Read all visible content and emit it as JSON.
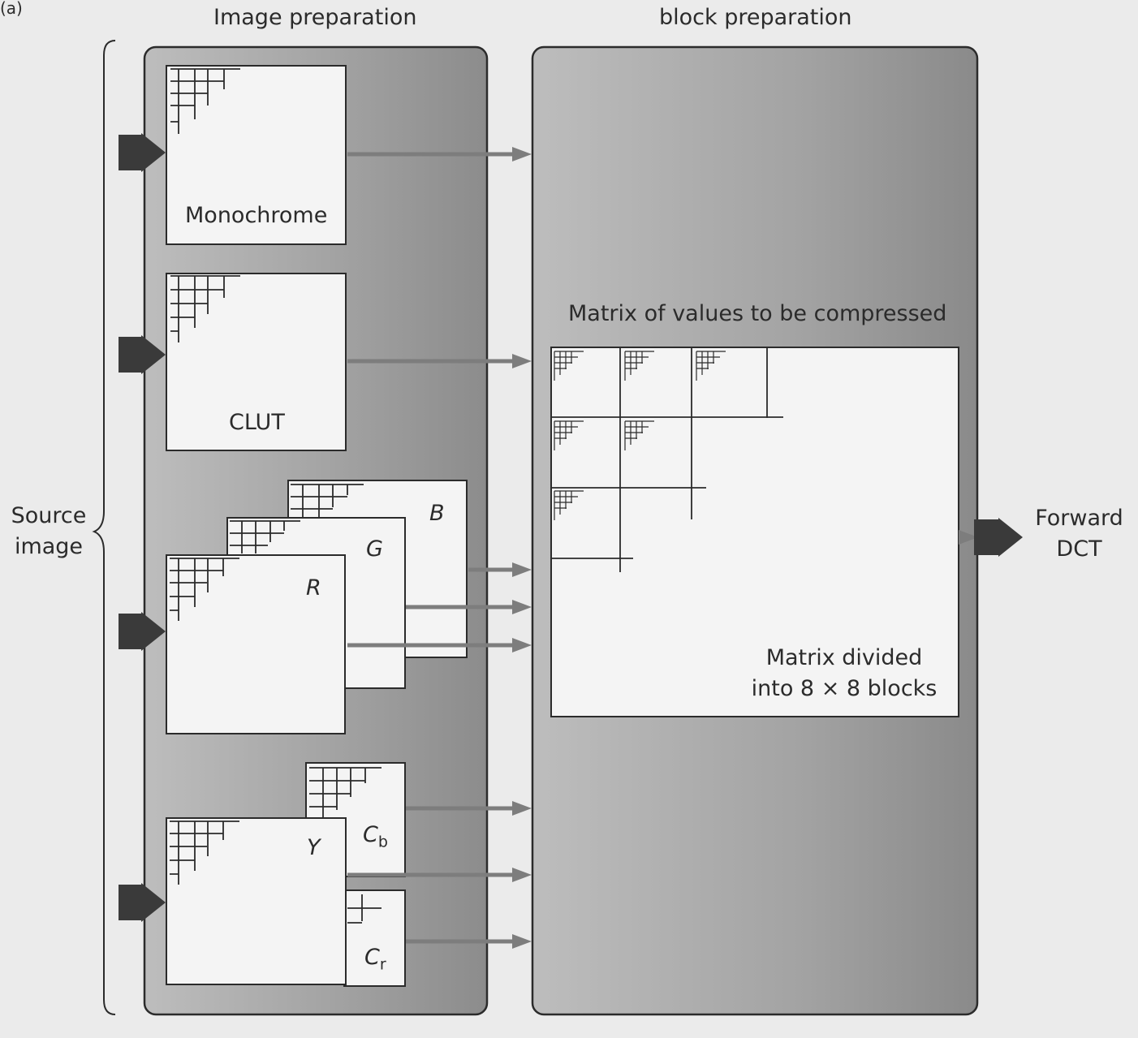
{
  "figure": {
    "corner_fragment": "(a)",
    "image_preparation_title": "Image preparation",
    "block_preparation_title": "block preparation",
    "source_image_line1": "Source",
    "source_image_line2": "image",
    "monochrome_label": "Monochrome",
    "clut_label": "CLUT",
    "r_label": "R",
    "g_label": "G",
    "b_label": "B",
    "y_label": "Y",
    "cb_base": "C",
    "cb_sub": "b",
    "cr_base": "C",
    "cr_sub": "r",
    "matrix_title": "Matrix of values to be compressed",
    "matrix_divided_line1": "Matrix divided",
    "matrix_divided_line2": "into 8 × 8 blocks",
    "forward_dct_line1": "Forward",
    "forward_dct_line2": "DCT"
  },
  "colors": {
    "panel_fill": "#9c9c9c",
    "panel_fill_light": "#bdbdbd",
    "box_fill": "#f4f4f4",
    "ink": "#2b2b2b",
    "arrow_gray": "#7d7d7d",
    "arrow_dark": "#3a3a3a"
  }
}
